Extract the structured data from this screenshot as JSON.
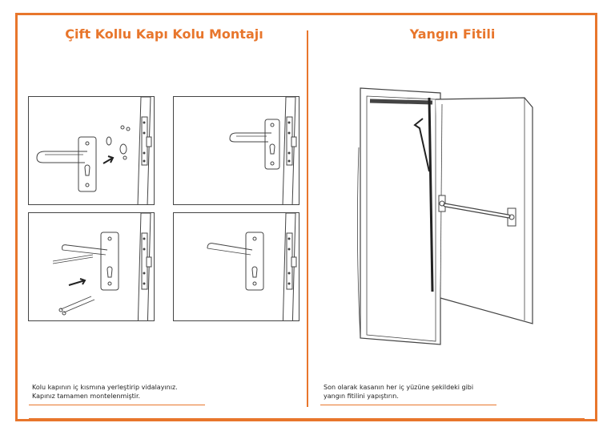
{
  "left": {
    "title": "Çift Kollu Kapı Kolu Montajı",
    "caption_line1": "Kolu kapının iç kısmına yerleştirip vidalayınız.",
    "caption_line2": "Kapınız tamamen montelenmiştir."
  },
  "right": {
    "title": "Yangın Fitili",
    "caption_line1": "Son olarak kasanın her iç yüzüne şekildeki gibi",
    "caption_line2": "yangın fitilini yapıştırın."
  },
  "colors": {
    "accent": "#e8762c",
    "line": "#444444"
  }
}
